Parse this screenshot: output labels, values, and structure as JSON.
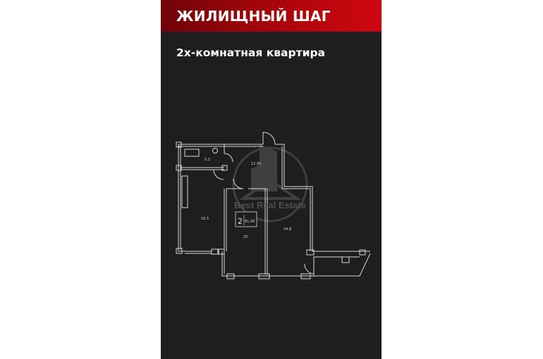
{
  "header": {
    "brand": "ЖИЛИЩНЫЙ ШАГ"
  },
  "listing": {
    "title": "2х-комнатная квартира"
  },
  "plan": {
    "rooms_count": "2",
    "total_area": "81,45",
    "areas": {
      "bathroom": "5.2",
      "hall": "12.95",
      "kitchen_living": "18.5",
      "bedroom_1": "20",
      "bedroom_2": "24.8"
    }
  },
  "watermark": {
    "text": "Best Real Estate"
  },
  "colors": {
    "header_start": "#6e0408",
    "header_end": "#d0060f",
    "panel": "#1f1e1f"
  }
}
